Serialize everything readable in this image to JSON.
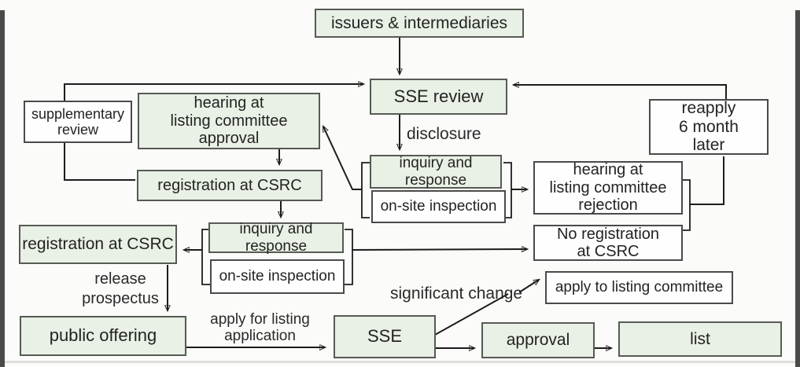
{
  "colors": {
    "node_green_fill": "#e9f0e5",
    "node_white_fill": "#fefefe",
    "node_border": "#4a4a4a",
    "connector": "#1c1c1c",
    "frame_edge": "#4a4a4b",
    "background": "#fbfbf9"
  },
  "nodes": {
    "issuers": {
      "label": "issuers & intermediaries"
    },
    "sse_review": {
      "label": "SSE review"
    },
    "supplementary_review": {
      "line1": "supplementary",
      "line2": "review"
    },
    "hearing_approval": {
      "line1": "hearing at",
      "line2": "listing committee",
      "line3": "approval"
    },
    "registration_csrc_top": {
      "label": "registration at CSRC"
    },
    "inquiry_response_1": {
      "label": "inquiry and response"
    },
    "onsite_inspection_1": {
      "label": "on-site inspection"
    },
    "reapply": {
      "line1": "reapply",
      "line2": "6 month",
      "line3": "later"
    },
    "hearing_rejection": {
      "line1": "hearing at",
      "line2": "listing committee",
      "line3": "rejection"
    },
    "no_registration": {
      "line1": "No registration",
      "line2": "at CSRC"
    },
    "registration_csrc_left": {
      "label": "registration at CSRC"
    },
    "inquiry_response_2": {
      "label": "inquiry and response"
    },
    "onsite_inspection_2": {
      "label": "on-site inspection"
    },
    "public_offering": {
      "label": "public offering"
    },
    "sse": {
      "label": "SSE"
    },
    "approval": {
      "label": "approval"
    },
    "list": {
      "label": "list"
    },
    "apply_committee": {
      "label": "apply to listing committee"
    }
  },
  "edge_labels": {
    "disclosure": "disclosure",
    "release_line1": "release",
    "release_line2": "prospectus",
    "apply_line1": "apply for",
    "apply_line2": "listing application",
    "significant_change": "significant change"
  }
}
